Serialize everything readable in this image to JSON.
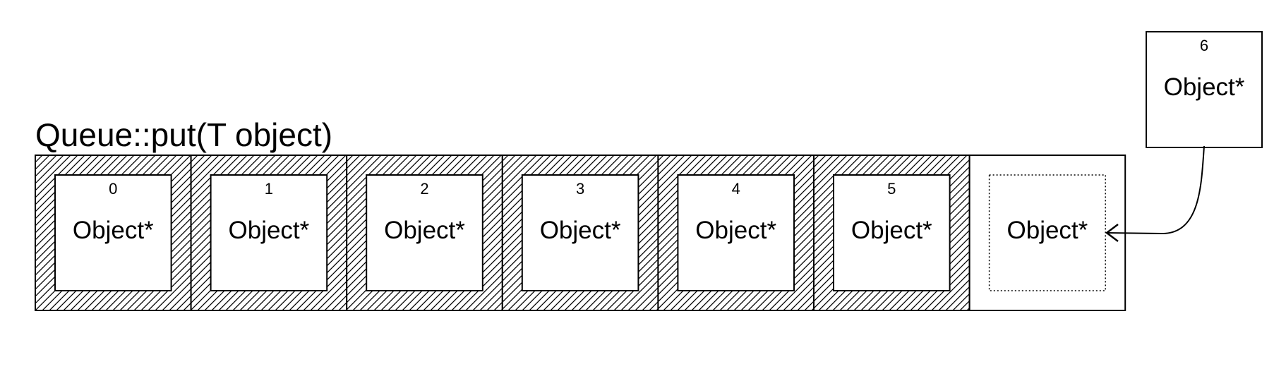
{
  "title": "Queue::put(T object)",
  "slots": [
    {
      "index": "0",
      "label": "Object*",
      "filled": true
    },
    {
      "index": "1",
      "label": "Object*",
      "filled": true
    },
    {
      "index": "2",
      "label": "Object*",
      "filled": true
    },
    {
      "index": "3",
      "label": "Object*",
      "filled": true
    },
    {
      "index": "4",
      "label": "Object*",
      "filled": true
    },
    {
      "index": "5",
      "label": "Object*",
      "filled": true
    },
    {
      "index": "",
      "label": "Object*",
      "filled": false
    }
  ],
  "incoming": {
    "index": "6",
    "label": "Object*"
  }
}
